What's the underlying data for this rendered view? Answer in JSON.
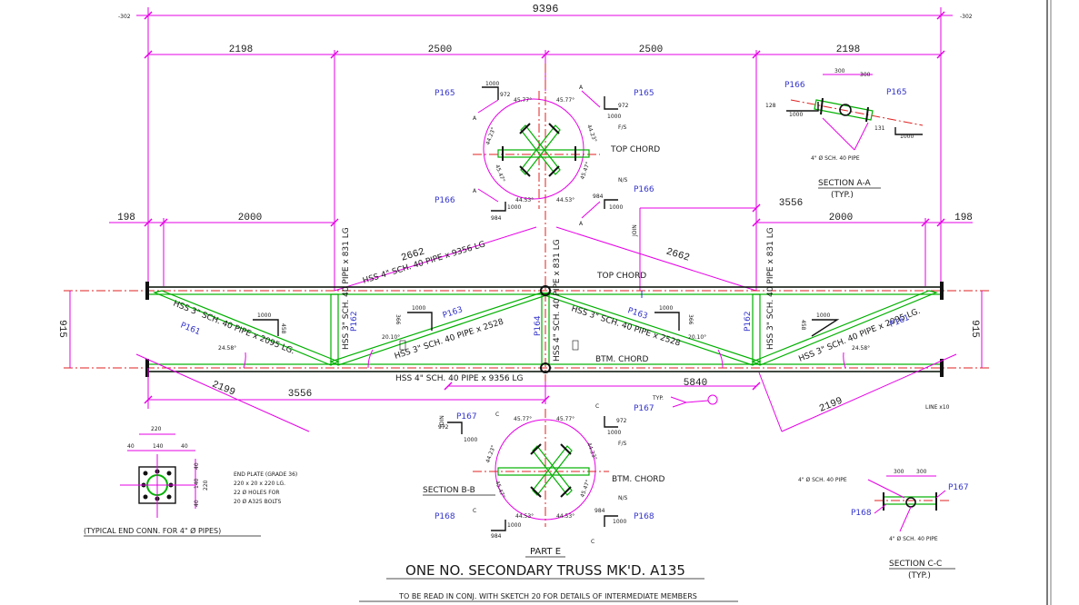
{
  "drawing": {
    "part": "PART E",
    "title": "ONE NO. SECONDARY TRUSS MK'D. A135",
    "note": "TO BE READ IN CONJ. WITH SKETCH 20 FOR DETAILS OF INTERMEDIATE MEMBERS"
  },
  "dims": {
    "overall": "9396",
    "left_off": "-302",
    "right_off": "-302",
    "top_spans": [
      "2198",
      "2500",
      "2500",
      "2198"
    ],
    "row2_left_198": "198",
    "row2_left_2000": "2000",
    "row2_right_3556": "3556",
    "row2_right_2000": "2000",
    "row2_right_198": "198",
    "diag_left": "2662",
    "diag_right": "2662",
    "height_left": "915",
    "height_right": "915",
    "bot_2199_left": "2199",
    "bot_3556": "3556",
    "bot_5840": "5840",
    "bot_2199_right": "2199"
  },
  "members": {
    "top_chord_label": "HSS 4\" SCH. 40 PIPE x 9356 LG",
    "bottom_chord_label": "HSS 4\" SCH. 40 PIPE x 9356 LG",
    "top_chord": "TOP CHORD",
    "btm_chord": "BTM. CHORD",
    "diag_left_end": "HSS 3\" SCH. 40 PIPE x 2095 LG.",
    "diag_left_mid": "HSS 3\" SCH. 40 PIPE x 2528",
    "diag_right_mid": "HSS 3\" SCH. 40 PIPE x 2528",
    "diag_right_end": "HSS 3\" SCH. 40 PIPE x 2095 LG.",
    "vert_left": "HSS 3\" SCH. 40 PIPE x 831 LG",
    "vert_center": "HSS 4\" SCH. 40 PIPE x 831 LG",
    "vert_right": "HSS 3\" SCH. 40 PIPE x 831 LG",
    "marks": {
      "p161": "P161",
      "p162": "P162",
      "p163": "P163",
      "p164": "P164",
      "p165": "P165",
      "p166": "P166",
      "p167": "P167",
      "p168": "P168"
    },
    "slope_1000": "1000",
    "slope_458": "458",
    "slope_366": "366",
    "angle_2458": "24.58°",
    "angle_2010": "20.10°",
    "typ": "TYP.",
    "line_x10": "LINE x10",
    "join": "JOIN"
  },
  "detail_top": {
    "label": "TOP CHORD",
    "angles": [
      "45.77°",
      "45.77°",
      "44.23°",
      "44.23°",
      "45.47°",
      "45.47°",
      "44.53°",
      "44.53°"
    ],
    "slopes": [
      "1000",
      "972",
      "972",
      "1000",
      "984",
      "1000",
      "984",
      "1000"
    ],
    "fs": "F/S",
    "ns": "N/S",
    "sec": "A"
  },
  "detail_bottom": {
    "label": "BTM. CHORD",
    "section": "SECTION B-B",
    "angles": [
      "45.77°",
      "45.77°",
      "44.23°",
      "44.23°",
      "45.47°",
      "45.47°",
      "44.53°",
      "44.53°"
    ],
    "slopes": [
      "972",
      "1000",
      "972",
      "1000",
      "984",
      "1000",
      "984",
      "1000"
    ],
    "fs": "F/S",
    "ns": "N/S",
    "sec": "C"
  },
  "section_aa": {
    "title": "SECTION A-A",
    "typ": "(TYP.)",
    "d300a": "300",
    "d300b": "300",
    "d128": "128",
    "d131": "131",
    "d1000a": "1000",
    "d1000b": "1000",
    "pipe": "4\" Ø SCH. 40 PIPE"
  },
  "section_cc": {
    "title": "SECTION C-C",
    "typ": "(TYP.)",
    "d300a": "300",
    "d300b": "300",
    "pipe_top": "4\" Ø SCH. 40 PIPE",
    "pipe_bot": "4\" Ø SCH. 40 PIPE"
  },
  "end_conn": {
    "caption": "(TYPICAL END CONN. FOR  4\" Ø PIPES)",
    "d220": "220",
    "d40a": "40",
    "d140": "140",
    "d40b": "40",
    "side220": "220",
    "side40a": "40",
    "side140": "140",
    "side40b": "40",
    "plate1": "END PLATE (GRADE 36)",
    "plate2": "220 x 20 x 220 LG.",
    "plate3": "22 Ø HOLES FOR",
    "plate4": "20 Ø A325 BOLTS"
  },
  "colors": {
    "dimension": "#e600e6",
    "member": "#00b000",
    "centerline": "#e02020",
    "mark": "#3333cc",
    "outline": "#111111"
  }
}
